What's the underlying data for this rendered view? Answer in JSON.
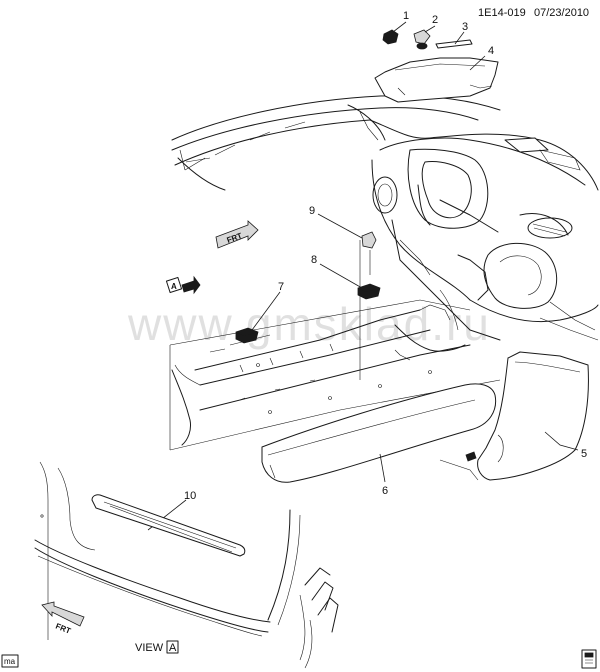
{
  "header": {
    "code": "1E14-019",
    "date": "07/23/2010"
  },
  "watermark": "www.gmsklad.ru",
  "callouts": [
    {
      "id": "callout-1",
      "label": "1"
    },
    {
      "id": "callout-2",
      "label": "2"
    },
    {
      "id": "callout-3",
      "label": "3"
    },
    {
      "id": "callout-4",
      "label": "4"
    },
    {
      "id": "callout-5",
      "label": "5"
    },
    {
      "id": "callout-6",
      "label": "6"
    },
    {
      "id": "callout-7",
      "label": "7"
    },
    {
      "id": "callout-8",
      "label": "8"
    },
    {
      "id": "callout-9",
      "label": "9"
    },
    {
      "id": "callout-10",
      "label": "10"
    }
  ],
  "direction_arrows": {
    "front_label": "FRT",
    "view_marker": "A"
  },
  "view_caption": {
    "prefix": "VIEW",
    "letter": "A"
  },
  "corner_tag": "ma",
  "icon": "document-icon"
}
